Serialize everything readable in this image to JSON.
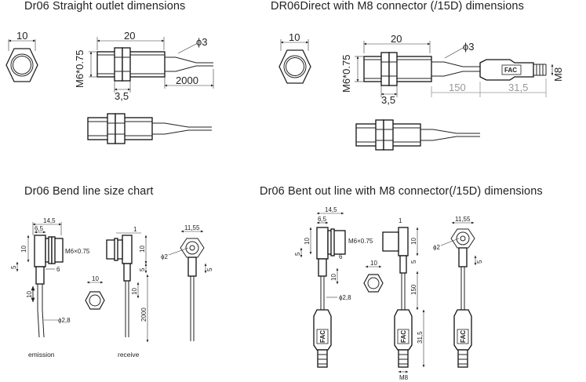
{
  "panels": {
    "straight": {
      "title": "Dr06  Straight outlet dimensions"
    },
    "m8_direct": {
      "title": "DR06Direct with M8 connector (/15D) dimensions"
    },
    "bend": {
      "title": "Dr06 Bend line size chart"
    },
    "bent_m8": {
      "title": "Dr06 Bent out line with M8 connector(/15D) dimensions"
    }
  },
  "dims": {
    "hex_width": "10",
    "body_length": "20",
    "cable_dia": "ϕ3",
    "thread": "M6*0.75",
    "nut_width": "3,5",
    "cable_length": "2000",
    "m8_cable": "150",
    "m8_length": "31,5",
    "m8": "M8",
    "brand": "FAC"
  },
  "bend_dims": {
    "w14_5": "14,5",
    "w6_5": "6,5",
    "d10": "10",
    "d6": "6",
    "d5": "5",
    "d1": "1",
    "thread_small": "M6×0.75",
    "d11_55": "11,55",
    "phi2": "ϕ2",
    "phi2_8": "ϕ2,8",
    "d2000": "2000",
    "d150": "150",
    "d31_5": "31,5",
    "m8": "M8",
    "emission": "emission",
    "receive": "receive"
  }
}
